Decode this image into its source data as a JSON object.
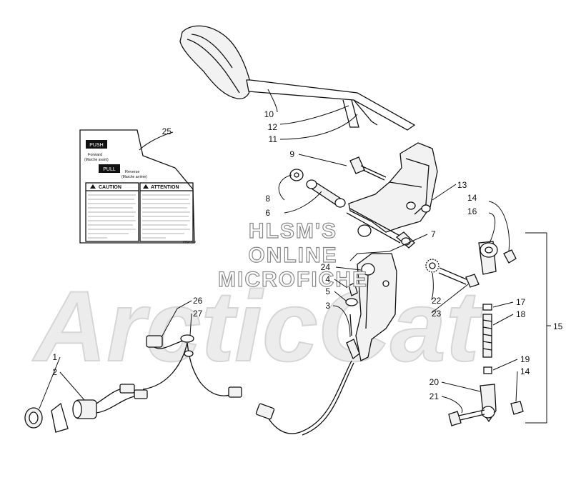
{
  "watermark": {
    "line1": "HLSM'S",
    "line2": "ONLINE",
    "line3": "MICROFICHE"
  },
  "brand_mark": "ArcticCat",
  "decal": {
    "push_label": "PUSH",
    "forward_text": "Forward",
    "forward_sub": "(Marche avant)",
    "pull_label": "PULL",
    "reverse_text": "Reverse",
    "reverse_sub": "(Marche arrière)",
    "caution_title": "CAUTION",
    "attention_title": "ATTENTION",
    "part_code": "1004-238"
  },
  "callouts": {
    "c1": "1",
    "c2": "2",
    "c3": "3",
    "c4": "4",
    "c5": "5",
    "c6": "6",
    "c7": "7",
    "c8": "8",
    "c9": "9",
    "c10": "10",
    "c11": "11",
    "c12": "12",
    "c13": "13",
    "c14a": "14",
    "c14b": "14",
    "c15": "15",
    "c16": "16",
    "c17": "17",
    "c18": "18",
    "c19": "19",
    "c20": "20",
    "c21": "21",
    "c22": "22",
    "c23": "23",
    "c24": "24",
    "c25": "25",
    "c26": "26",
    "c27": "27"
  }
}
